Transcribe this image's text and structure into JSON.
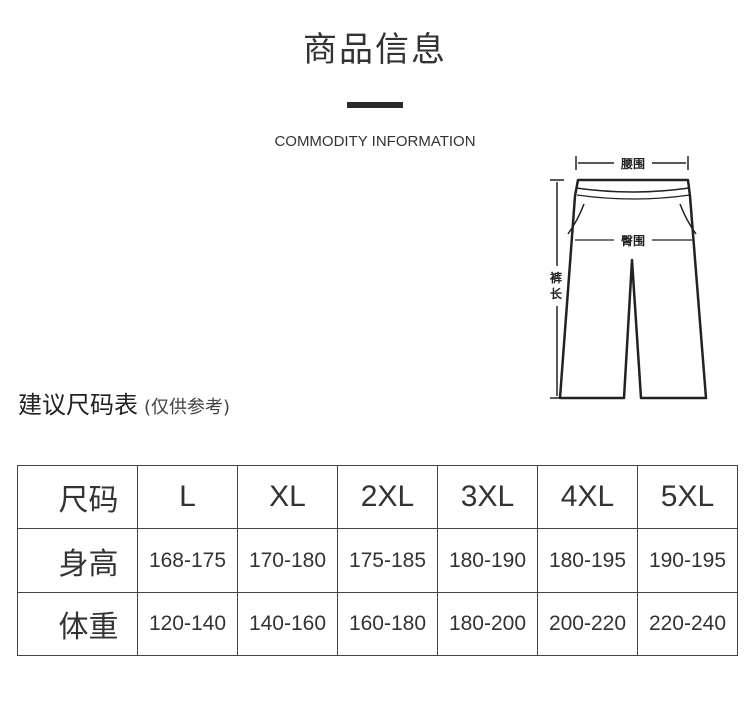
{
  "header": {
    "title": "商品信息",
    "subtitle": "COMMODITY INFORMATION"
  },
  "diagram": {
    "waist_label": "腰围",
    "hip_label": "臀围",
    "length_label_top": "裤",
    "length_label_bottom": "长"
  },
  "section": {
    "heading": "建议尺码表",
    "note": "(仅供参考)"
  },
  "size_table": {
    "rows": [
      {
        "label": "尺码",
        "cells": [
          "L",
          "XL",
          "2XL",
          "3XL",
          "4XL",
          "5XL"
        ]
      },
      {
        "label": "身高",
        "cells": [
          "168-175",
          "170-180",
          "175-185",
          "180-190",
          "180-195",
          "190-195"
        ]
      },
      {
        "label": "体重",
        "cells": [
          "120-140",
          "140-160",
          "160-180",
          "180-200",
          "200-220",
          "220-240"
        ]
      }
    ]
  }
}
